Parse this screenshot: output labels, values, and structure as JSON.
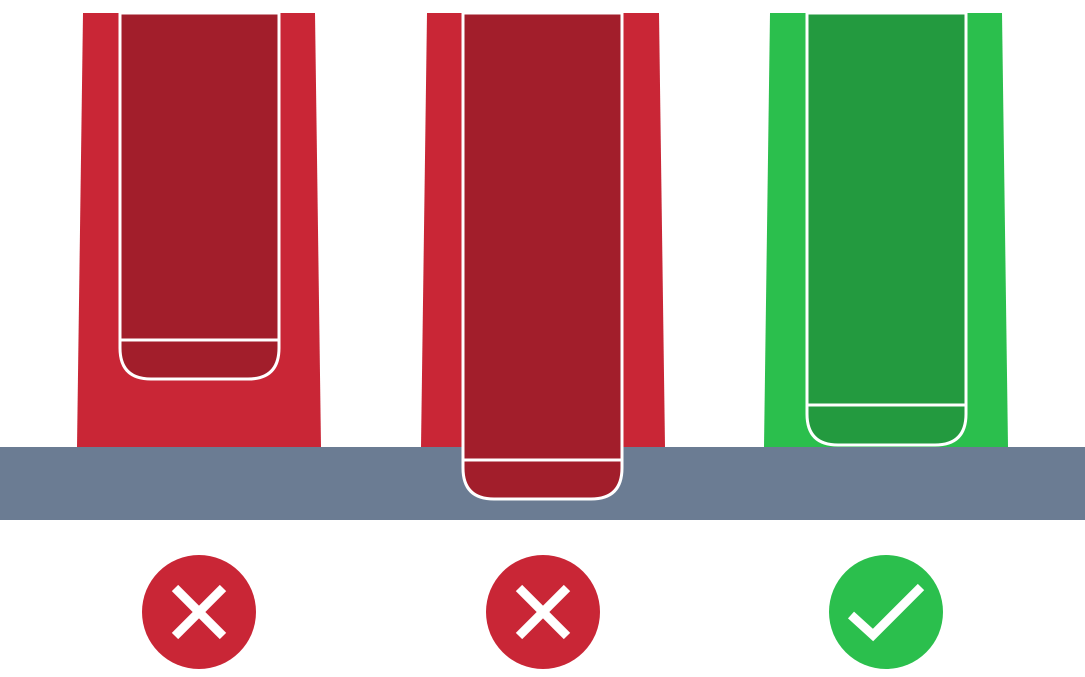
{
  "colors": {
    "background": "#ffffff",
    "surface": "#6b7c93",
    "wrong": "#c92636",
    "wrong_dark": "#a21e2b",
    "right": "#2bbf4d",
    "right_dark": "#239a3f",
    "outline": "#ffffff"
  },
  "panels": [
    {
      "id": "panel-1",
      "status": "incorrect",
      "insert_fit": "too-short",
      "icon": "x-icon"
    },
    {
      "id": "panel-2",
      "status": "incorrect",
      "insert_fit": "too-deep",
      "icon": "x-icon"
    },
    {
      "id": "panel-3",
      "status": "correct",
      "insert_fit": "flush",
      "icon": "check-icon"
    }
  ]
}
